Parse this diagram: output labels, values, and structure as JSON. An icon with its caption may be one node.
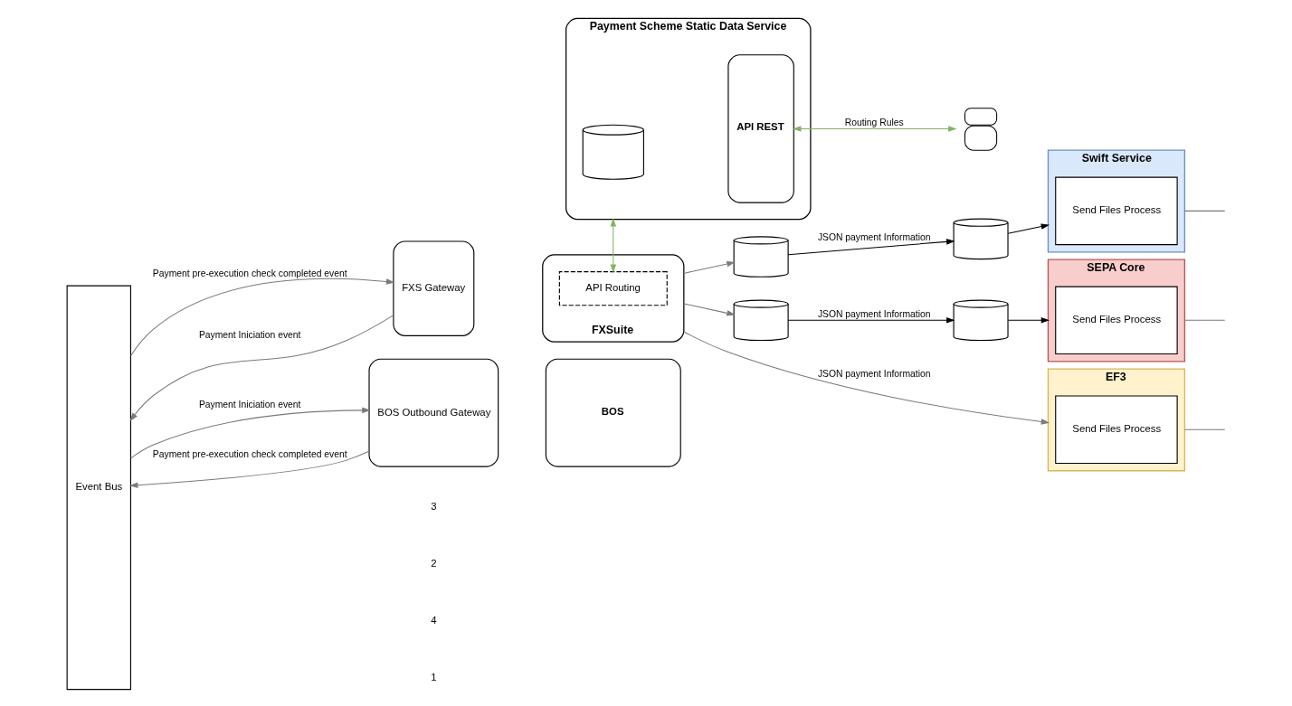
{
  "diagram": {
    "nodes": [
      {
        "text": [
          "Payment Scheme Static Data Service"
        ]
      },
      {
        "text": [],
        "shape": "cylinder",
        "in": 0
      },
      {
        "text": [
          "API REST"
        ],
        "in": 0
      },
      {
        "text": [],
        "shape": "person"
      },
      {
        "text": [
          "Event Bus"
        ]
      },
      {
        "text": [
          "FXS Gateway"
        ]
      },
      {
        "text": [
          "FXSuite"
        ]
      },
      {
        "text": [
          "API Routing"
        ],
        "in": 6
      },
      {
        "text": [
          "BOS Outbound Gateway"
        ]
      },
      {
        "text": [
          "BOS"
        ]
      },
      {
        "text": [],
        "shape": "cylinder"
      },
      {
        "text": [],
        "shape": "cylinder"
      },
      {
        "text": [
          "Swift Service"
        ]
      },
      {
        "text": [
          "Send Files Process"
        ],
        "in": 12
      },
      {
        "text": [],
        "shape": "cylinder"
      },
      {
        "text": [],
        "shape": "cylinder"
      },
      {
        "text": [
          "SEPA Core"
        ]
      },
      {
        "text": [
          "Send Files Process"
        ],
        "in": 16
      },
      {
        "text": [
          "EF3"
        ]
      },
      {
        "text": [
          "Send Files Process"
        ],
        "in": 18
      }
    ],
    "edges": [
      {
        "from": 2,
        "to": 3,
        "arrow": "both",
        "label": "Routing Rules",
        "color": "#82b366"
      },
      {
        "from": 0,
        "to": 7,
        "arrow": "both",
        "color": "#82b366"
      },
      {
        "from": 5,
        "to": 4,
        "arrow": "to",
        "label": "Payment Iniciation event"
      },
      {
        "from": 4,
        "to": 5,
        "arrow": "to",
        "label": "Payment pre-execution check completed event"
      },
      {
        "from": 4,
        "to": 8,
        "arrow": "to",
        "label": "Payment Iniciation event"
      },
      {
        "from": 8,
        "to": 4,
        "arrow": "to",
        "label": "Payment pre-execution check completed event"
      },
      {
        "from": 6,
        "to": 10,
        "arrow": "to"
      },
      {
        "from": 10,
        "to": 11,
        "arrow": "to",
        "label": "JSON payment Information",
        "color": "#000000"
      },
      {
        "from": 11,
        "to": 12,
        "arrow": "to",
        "color": "#000000"
      },
      {
        "from": 6,
        "to": 14,
        "arrow": "to"
      },
      {
        "from": 14,
        "to": 15,
        "arrow": "to",
        "label": "JSON payment Information",
        "color": "#000000"
      },
      {
        "from": 15,
        "to": 16,
        "arrow": "to",
        "color": "#000000"
      },
      {
        "from": 6,
        "to": 18,
        "arrow": "to",
        "label": "JSON payment Information"
      },
      {
        "from": 12,
        "to": null,
        "arrow": "none"
      },
      {
        "from": 16,
        "to": null,
        "arrow": "none"
      },
      {
        "from": 18,
        "to": null,
        "arrow": "none"
      }
    ],
    "labels": [
      "3",
      "2",
      "4",
      "1"
    ]
  }
}
